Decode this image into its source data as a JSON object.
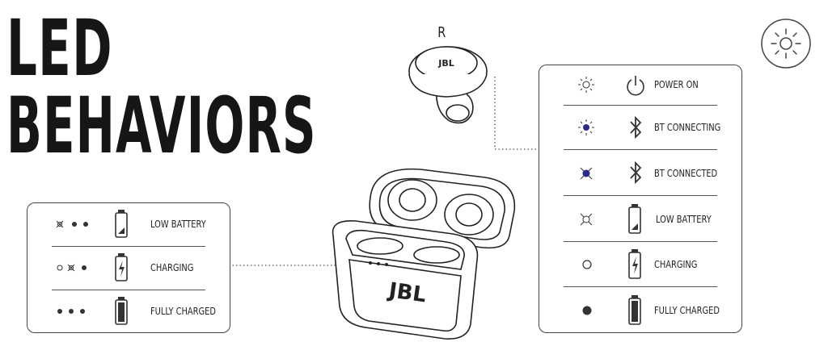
{
  "title": {
    "line1": "LED",
    "line2": "BEHAVIORS"
  },
  "earbud_label": "R",
  "brand": "JBL",
  "case_panel": {
    "rows": [
      {
        "led": "low-battery-blink-led-icon",
        "battery": "battery-low-icon",
        "label": "LOW BATTERY"
      },
      {
        "led": "charging-blink-led-icon",
        "battery": "battery-charging-icon",
        "label": "CHARGING"
      },
      {
        "led": "fully-charged-led-icon",
        "battery": "battery-full-icon",
        "label": "FULLY CHARGED"
      }
    ]
  },
  "earbud_panel": {
    "rows": [
      {
        "led": "sun-led-icon",
        "icon": "power-icon",
        "label": "POWER ON"
      },
      {
        "led": "blue-blink-led-icon",
        "icon": "bluetooth-icon",
        "label": "BT CONNECTING"
      },
      {
        "led": "blue-slow-blink-led-icon",
        "icon": "bluetooth-icon",
        "label": "BT CONNECTED"
      },
      {
        "led": "blink-led-icon",
        "icon": "battery-low-icon",
        "label": "LOW BATTERY"
      },
      {
        "led": "open-circle-led-icon",
        "icon": "battery-charging-icon",
        "label": "CHARGING"
      },
      {
        "led": "solid-dot-led-icon",
        "icon": "battery-full-icon",
        "label": "FULLY CHARGED"
      }
    ]
  },
  "colors": {
    "line": "#333333",
    "accent_blue": "#2a2a8c"
  }
}
